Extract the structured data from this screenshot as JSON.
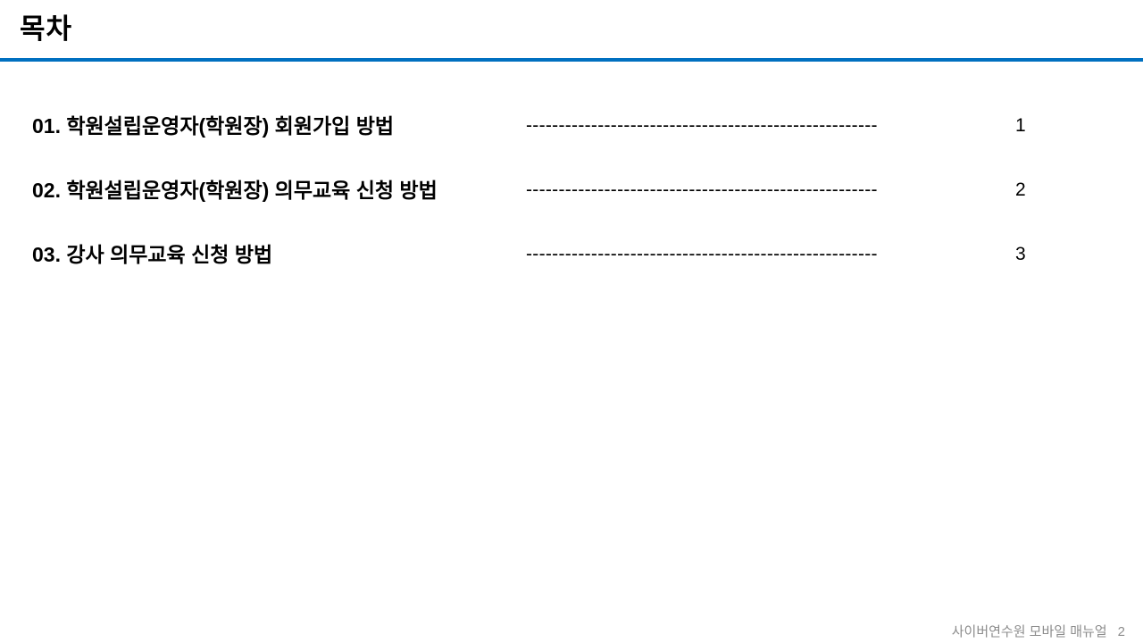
{
  "slide": {
    "title": "목차",
    "accent_color": "#0070C0"
  },
  "toc": {
    "items": [
      {
        "label": "01. 학원설립운영자(학원장) 회원가입 방법",
        "leader": "------------------------------------------------------",
        "page": "1"
      },
      {
        "label": "02. 학원설립운영자(학원장) 의무교육 신청 방법",
        "leader": "------------------------------------------------------",
        "page": "2"
      },
      {
        "label": "03. 강사 의무교육 신청 방법",
        "leader": "------------------------------------------------------",
        "page": "3"
      }
    ]
  },
  "footer": {
    "text": "사이버연수원 모바일 매뉴얼",
    "page_number": "2"
  }
}
